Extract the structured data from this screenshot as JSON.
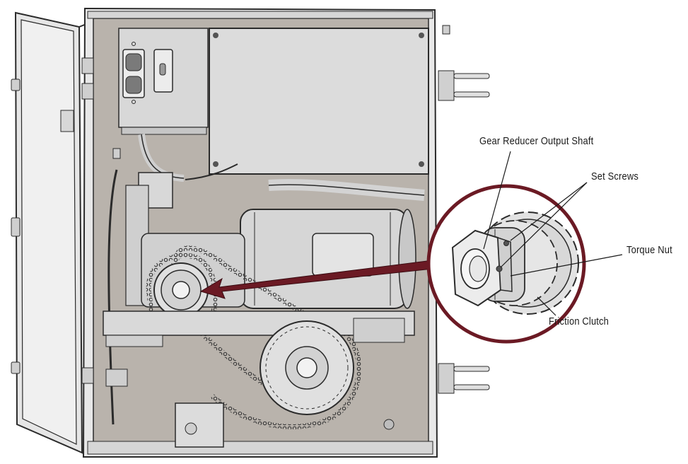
{
  "diagram": {
    "callouts": {
      "gear_reducer_output_shaft": "Gear Reducer Output Shaft",
      "set_screws": "Set Screws",
      "torque_nut": "Torque Nut",
      "friction_clutch": "Friction Clutch"
    },
    "colors": {
      "cabinet_outline": "#2b2b2b",
      "cabinet_fill": "#e8e8e8",
      "interior_back": "#b9b3ac",
      "panel_fill": "#dcdcdc",
      "chain": "#3a3a3a",
      "arrow": "#6b1a24",
      "magnifier_ring": "#6b1a24",
      "label_text": "#1a1a1a"
    },
    "icons": [
      "duplex-outlet-icon",
      "toggle-switch-icon",
      "arrow-icon",
      "sprocket-icon"
    ]
  }
}
